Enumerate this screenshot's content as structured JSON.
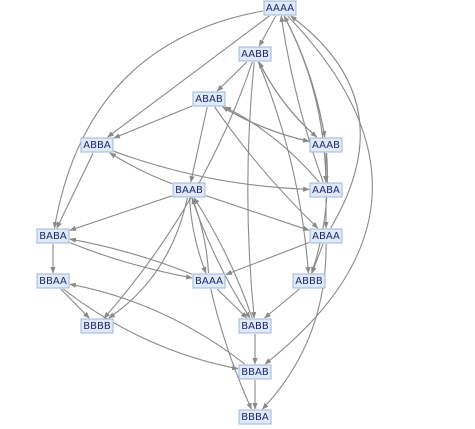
{
  "graph": {
    "nodes": [
      {
        "id": "AAAA",
        "label": "AAAA"
      },
      {
        "id": "AABB",
        "label": "AABB"
      },
      {
        "id": "ABAB",
        "label": "ABAB"
      },
      {
        "id": "ABBA",
        "label": "ABBA"
      },
      {
        "id": "AAAB",
        "label": "AAAB"
      },
      {
        "id": "BAAB",
        "label": "BAAB"
      },
      {
        "id": "AABA",
        "label": "AABA"
      },
      {
        "id": "BABA",
        "label": "BABA"
      },
      {
        "id": "ABAA",
        "label": "ABAA"
      },
      {
        "id": "BBAA",
        "label": "BBAA"
      },
      {
        "id": "BAAA",
        "label": "BAAA"
      },
      {
        "id": "ABBB",
        "label": "ABBB"
      },
      {
        "id": "BBBB",
        "label": "BBBB"
      },
      {
        "id": "BABB",
        "label": "BABB"
      },
      {
        "id": "BBAB",
        "label": "BBAB"
      },
      {
        "id": "BBBA",
        "label": "BBBA"
      }
    ],
    "edges": [
      [
        "AAAA",
        "AABB"
      ],
      [
        "AAAA",
        "ABBA"
      ],
      [
        "AAAA",
        "BABA"
      ],
      [
        "AAAA",
        "AAAB"
      ],
      [
        "AAAB",
        "AAAA"
      ],
      [
        "AAAA",
        "AABA"
      ],
      [
        "ABAA",
        "AAAA"
      ],
      [
        "AAAA",
        "BBAB"
      ],
      [
        "AABB",
        "ABAB"
      ],
      [
        "AABB",
        "BBBB"
      ],
      [
        "AABB",
        "AAAB"
      ],
      [
        "AAAB",
        "AABB"
      ],
      [
        "AABB",
        "ABBB"
      ],
      [
        "AABB",
        "BABB"
      ],
      [
        "ABAB",
        "ABBA"
      ],
      [
        "ABAB",
        "BAAB"
      ],
      [
        "ABAB",
        "AAAB"
      ],
      [
        "AAAB",
        "ABAB"
      ],
      [
        "ABAB",
        "ABAA"
      ],
      [
        "AABA",
        "ABAB"
      ],
      [
        "AAAB",
        "AABA"
      ],
      [
        "AAAB",
        "ABBB"
      ],
      [
        "ABBA",
        "BABA"
      ],
      [
        "ABBA",
        "AABA"
      ],
      [
        "BAAB",
        "ABBA"
      ],
      [
        "BAAB",
        "BABA"
      ],
      [
        "BAAB",
        "BBBB"
      ],
      [
        "BAAB",
        "BAAA"
      ],
      [
        "BAAA",
        "BAAB"
      ],
      [
        "BAAB",
        "BABB"
      ],
      [
        "BABB",
        "BAAB"
      ],
      [
        "BAAB",
        "ABAA"
      ],
      [
        "AABA",
        "ABAA"
      ],
      [
        "AABA",
        "AAAA"
      ],
      [
        "ABAA",
        "BAAA"
      ],
      [
        "ABAA",
        "ABBB"
      ],
      [
        "ABAA",
        "BBBA"
      ],
      [
        "BABA",
        "BBAA"
      ],
      [
        "BABA",
        "BAAA"
      ],
      [
        "BAAA",
        "BABA"
      ],
      [
        "BBAA",
        "BBBB"
      ],
      [
        "BBAA",
        "BBAB"
      ],
      [
        "BBAB",
        "BBAA"
      ],
      [
        "BAAA",
        "BABB"
      ],
      [
        "BAAA",
        "BBBA"
      ],
      [
        "ABBB",
        "BABB"
      ],
      [
        "BABB",
        "BBAB"
      ],
      [
        "BBAB",
        "BBBA"
      ]
    ]
  }
}
